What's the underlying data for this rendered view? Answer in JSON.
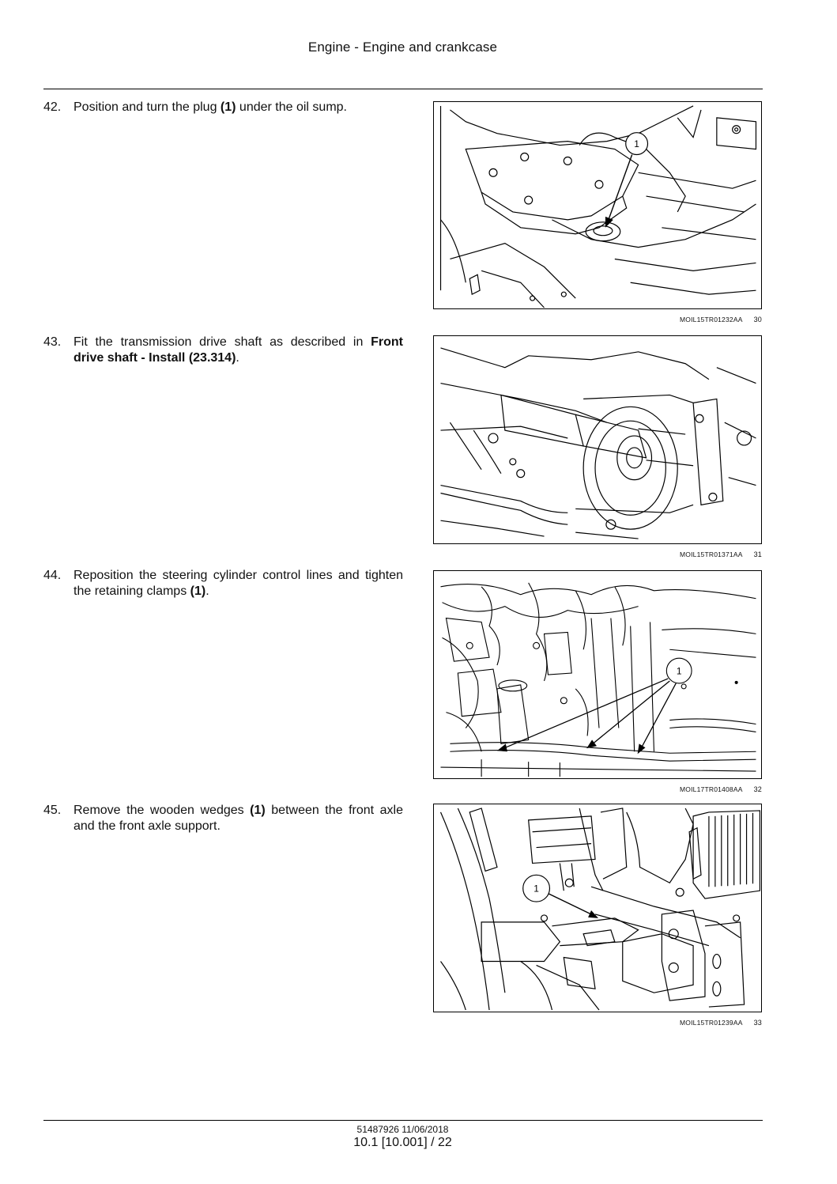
{
  "header": {
    "title": "Engine - Engine and crankcase"
  },
  "steps": [
    {
      "number": "42.",
      "segments": [
        "Position and turn the plug ",
        "(1)",
        " under the oil sump."
      ],
      "figure": {
        "code": "MOIL15TR01232AA",
        "number": "30",
        "callout": "1"
      }
    },
    {
      "number": "43.",
      "segments": [
        "Fit the transmission drive shaft as described in ",
        "Front drive shaft - Install (23.314)",
        "."
      ],
      "figure": {
        "code": "MOIL15TR01371AA",
        "number": "31"
      }
    },
    {
      "number": "44.",
      "segments": [
        "Reposition the steering cylinder control lines and tighten the retaining clamps ",
        "(1)",
        "."
      ],
      "figure": {
        "code": "MOIL17TR01408AA",
        "number": "32",
        "callout": "1"
      }
    },
    {
      "number": "45.",
      "segments": [
        "Remove the wooden wedges ",
        "(1)",
        " between the front axle and the front axle support."
      ],
      "figure": {
        "code": "MOIL15TR01239AA",
        "number": "33",
        "callout": "1"
      }
    }
  ],
  "footer": {
    "doc_ref": "51487926 11/06/2018",
    "page_ref": "10.1 [10.001] / 22"
  }
}
